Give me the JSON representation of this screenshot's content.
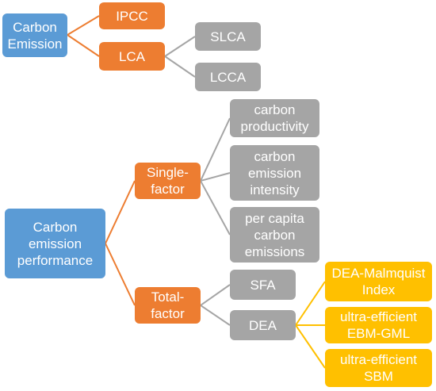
{
  "colors": {
    "root": "#5b9bd5",
    "level1": "#ed7d31",
    "level2": "#a5a5a5",
    "level3": "#ffc000"
  },
  "top_tree": {
    "root": "Carbon\nEmission",
    "ipcc": "IPCC",
    "lca": "LCA",
    "slca": "SLCA",
    "lcca": "LCCA"
  },
  "bottom_tree": {
    "root": "Carbon\nemission\nperformance",
    "single_factor": {
      "label": "Single-\nfactor",
      "children": [
        "carbon\nproductivity",
        "carbon\nemission\nintensity",
        "per capita\ncarbon\nemissions"
      ]
    },
    "total_factor": {
      "label": "Total-\nfactor",
      "sfa": "SFA",
      "dea": {
        "label": "DEA",
        "children": [
          "DEA-Malmquist\nIndex",
          "ultra-efficient\nEBM-GML",
          "ultra-efficient\nSBM"
        ]
      }
    }
  }
}
